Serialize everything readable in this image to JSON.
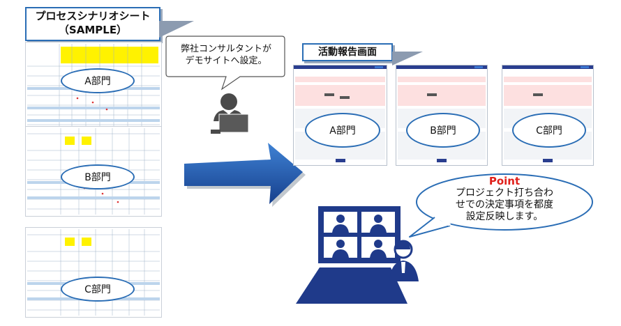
{
  "scenario_title": {
    "line1": "プロセスシナリオシート",
    "line2": "（SAMPLE）"
  },
  "screen_title": "活動報告画面",
  "consultant_bubble": {
    "line1": "弊社コンサルタントが",
    "line2": "デモサイトへ設定。"
  },
  "point_bubble": {
    "heading": "Point",
    "line1": "プロジェクト打ち合わ",
    "line2": "せでの決定事項を都度",
    "line3": "設定反映します。"
  },
  "departments": [
    "A部門",
    "B部門",
    "C部門"
  ],
  "colors": {
    "accent_blue": "#2a6db5",
    "navy": "#1f3a8a",
    "point_red": "#e0201b",
    "highlight_yellow": "#fff200"
  }
}
